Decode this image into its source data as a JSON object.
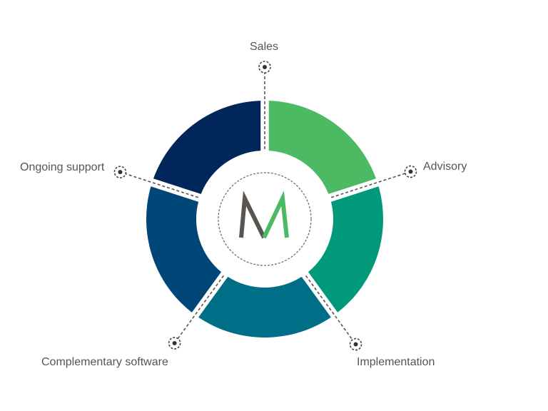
{
  "diagram": {
    "center_logo": {
      "letter": "M",
      "colors": {
        "left_stroke": "#5A5550",
        "right_stroke": "#4CB963"
      }
    },
    "segments": [
      {
        "label": "Sales",
        "color": "#4CB963",
        "icon": "target-marker-icon"
      },
      {
        "label": "Advisory",
        "color": "#009A7A",
        "icon": "target-marker-icon"
      },
      {
        "label": "Implementation",
        "color": "#006E87",
        "icon": "target-marker-icon"
      },
      {
        "label": "Complementary software",
        "color": "#004777",
        "icon": "target-marker-icon"
      },
      {
        "label": "Ongoing support",
        "color": "#00265A",
        "icon": "target-marker-icon"
      }
    ],
    "connector_color": "#555555"
  }
}
